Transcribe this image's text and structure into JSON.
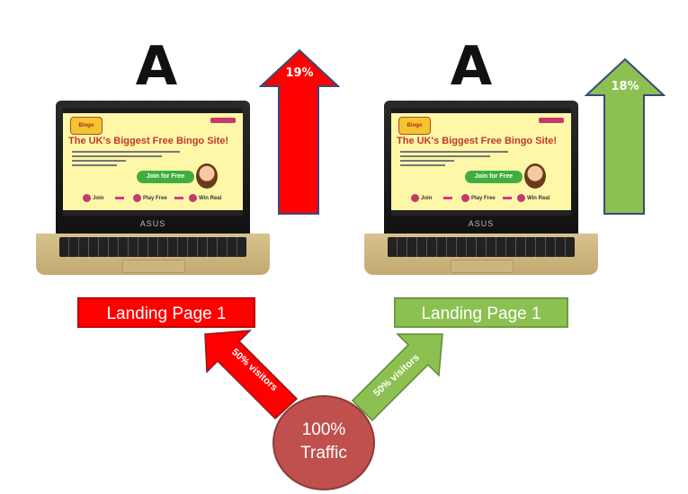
{
  "left": {
    "letter": "A",
    "change": "19%",
    "landing_label": "Landing Page 1",
    "split_label": "50% visitors",
    "color": "#ff0000"
  },
  "right": {
    "letter": "A",
    "change": "18%",
    "landing_label": "Landing Page 1",
    "split_label": "50% visitors",
    "color": "#8cc152"
  },
  "laptop": {
    "headline": "The UK's Biggest Free Bingo Site!",
    "logo": "Bingo",
    "join_button": "Join for Free",
    "steps": [
      "Join",
      "Play Free",
      "Win Real"
    ],
    "brand": "ASUS"
  },
  "traffic": {
    "line1": "100%",
    "line2": "Traffic",
    "color": "#c0504d"
  }
}
